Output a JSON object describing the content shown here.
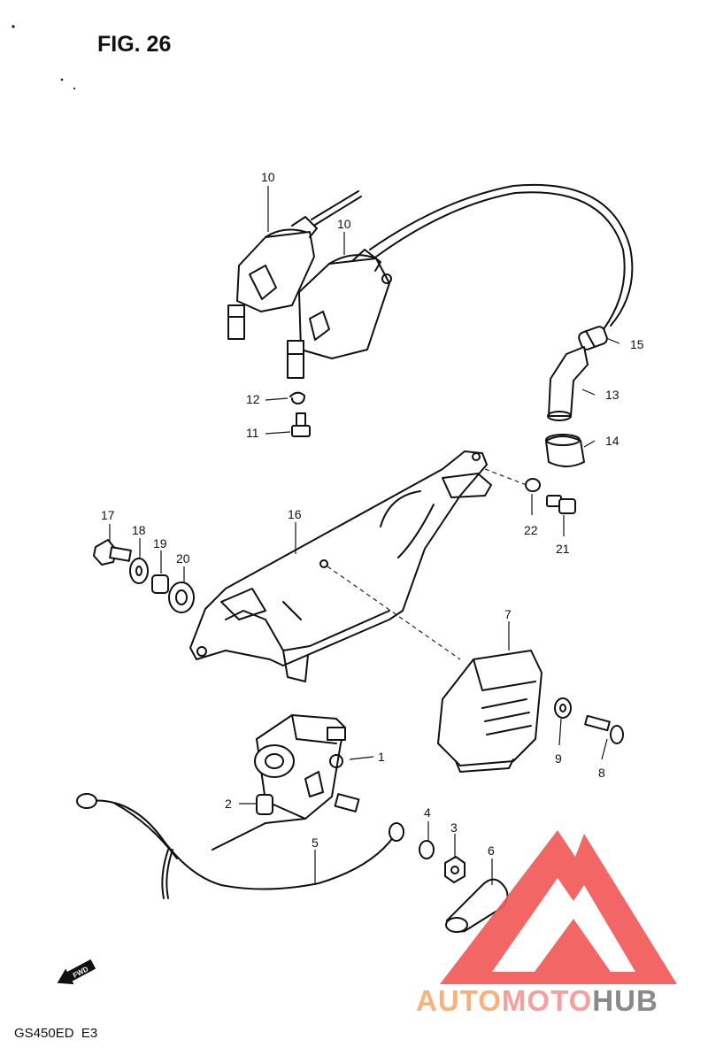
{
  "figure_title": "FIG. 26",
  "model_code": "GS450ED  E3",
  "forward_label": "FWD",
  "watermark": {
    "brand_part1": "AUTO",
    "brand_part2": "MOTO",
    "brand_part3": "HUB",
    "colors": {
      "triangle": "#f25a5a",
      "auto": "#f6b27a",
      "moto": "#f4a0a0",
      "hub": "#8a8a8a"
    }
  },
  "callouts": {
    "c1": "1",
    "c2": "2",
    "c3": "3",
    "c4": "4",
    "c5": "5",
    "c6": "6",
    "c7": "7",
    "c8": "8",
    "c9": "9",
    "c10a": "10",
    "c10b": "10",
    "c11": "11",
    "c12": "12",
    "c13": "13",
    "c14": "14",
    "c15": "15",
    "c16": "16",
    "c17": "17",
    "c18": "18",
    "c19": "19",
    "c20": "20",
    "c21": "21",
    "c22": "22"
  }
}
